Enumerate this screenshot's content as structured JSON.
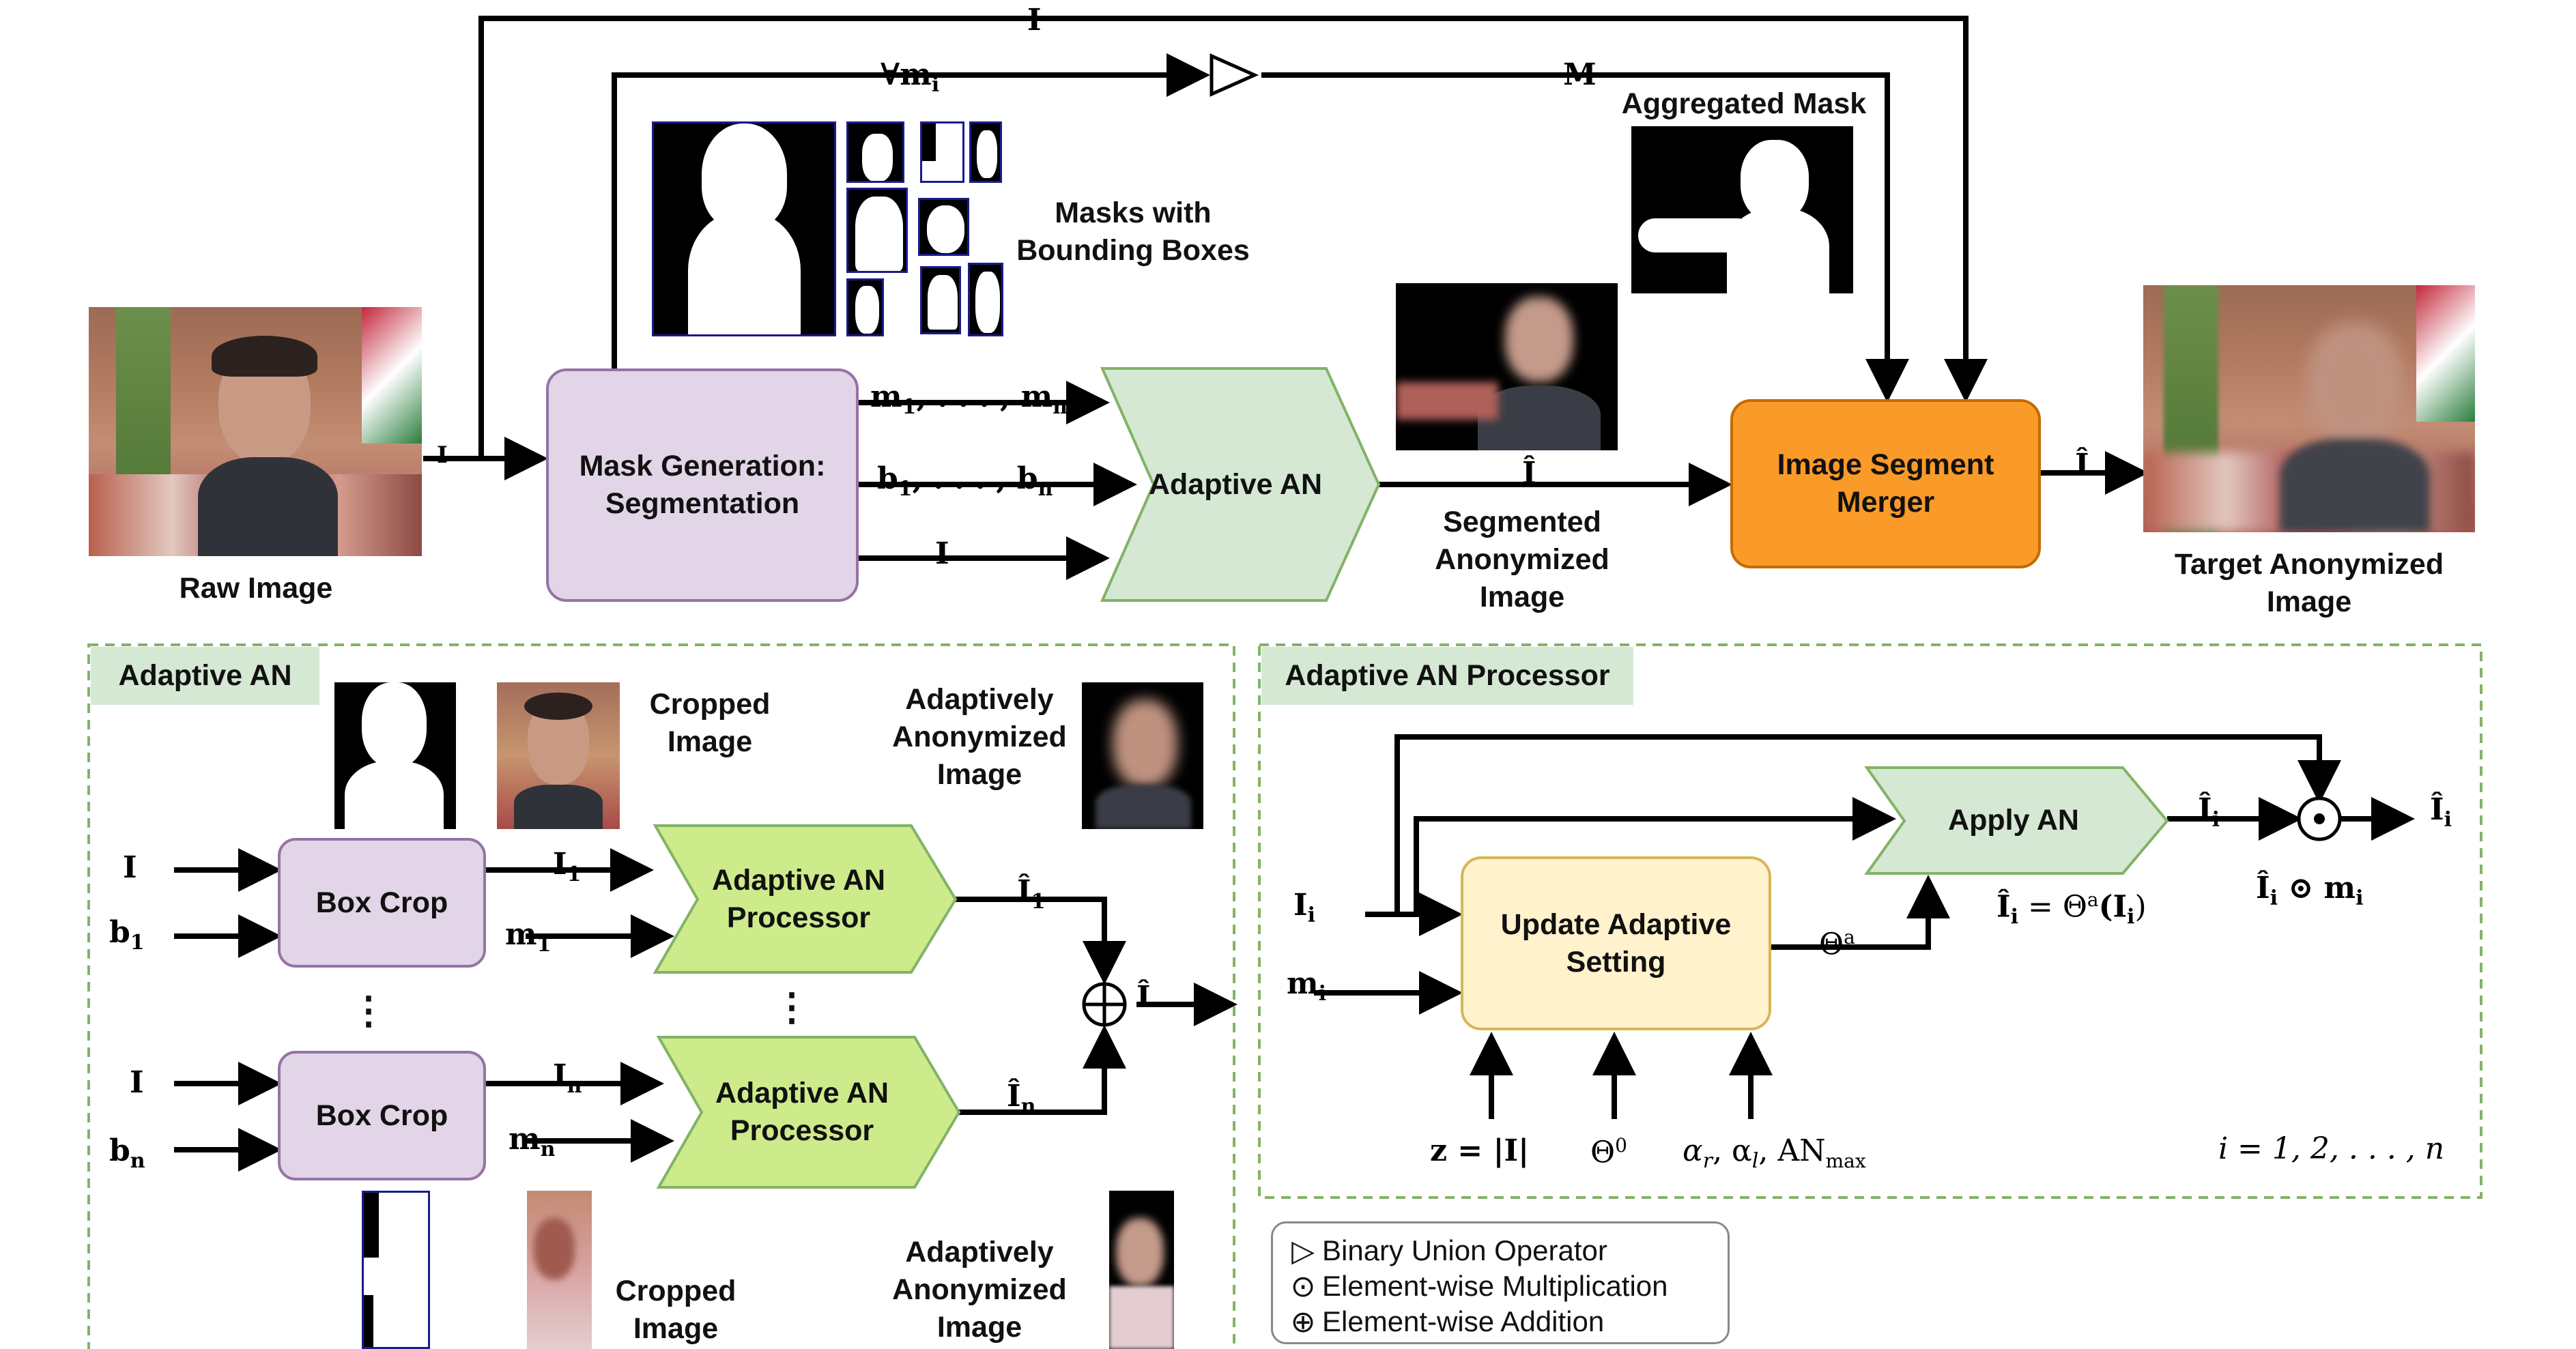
{
  "colors": {
    "mask_node": "#e1d5e7",
    "adaptive_an": "#d5e8d4",
    "processor": "#cdeb8b",
    "merger": "#fa9a28",
    "update": "#fff2cc",
    "section_border": "#82b366"
  },
  "top": {
    "raw_image": "Raw Image",
    "mask_generation": "Mask Generation:\nSegmentation",
    "adaptive_an": "Adaptive AN",
    "image_segment_merger": "Image Segment\nMerger",
    "masks_with_boxes": "Masks with\nBounding Boxes",
    "aggregated_mask": "Aggregated Mask",
    "segmented_anonymized": "Segmented\nAnonymized\nImage",
    "target_anonymized": "Target Anonymized\nImage",
    "sym_I_top": "I",
    "sym_forall": "∀m",
    "sym_forall_sub": "i",
    "sym_M": "M",
    "sym_I_input": "I",
    "sym_m_list": "m",
    "sym_m_list_sub1": "1",
    "sym_m_list_mid": ", . . . , m",
    "sym_m_list_subn": "n",
    "sym_b_list": "b",
    "sym_b_list_sub1": "1",
    "sym_b_list_mid": ", . . . , b",
    "sym_b_list_subn": "n",
    "sym_I_to_an": "I",
    "sym_Ihat_mid": "Î",
    "sym_Ihat_out": "Î"
  },
  "adaptive_section": {
    "title": "Adaptive AN",
    "box_crop": "Box Crop",
    "processor": "Adaptive AN\nProcessor",
    "cropped_image": "Cropped\nImage",
    "adaptively_anonymized": "Adaptively\nAnonymized\nImage",
    "vdots": "⋮",
    "in_I": "I",
    "in_b": "b",
    "sub_1": "1",
    "sub_n": "n",
    "out_I": "I",
    "out_m": "m",
    "out_hat": "Î",
    "sum_out": "Î"
  },
  "processor_section": {
    "title": "Adaptive AN Processor",
    "update": "Update Adaptive\nSetting",
    "apply": "Apply AN",
    "in_I": "I",
    "in_m": "m",
    "sub_i": "i",
    "theta_a": "Θ",
    "theta_sup": "a",
    "apply_out": "Î",
    "final_out": "Î",
    "eq_apply": "Î",
    "eq_apply_rest": " = Θ",
    "eq_apply_rest2": "(I",
    "eq_apply_close": ")",
    "eq_mult": "Î",
    "eq_mult_op": " ⊙ m",
    "z_eq": "z = |I|",
    "theta0": "Θ",
    "theta0_sup": "0",
    "alpha": "α",
    "alpha_r": "r",
    "alpha_sep": ", α",
    "alpha_l": "l",
    "an_max": ", AN",
    "an_max_sub": "max",
    "index_range": "i = 1, 2, . . . , n"
  },
  "legend": [
    {
      "icon": "triangle-icon",
      "symbol": "▷",
      "text": "Binary Union Operator"
    },
    {
      "icon": "odot-icon",
      "symbol": "⊙",
      "text": "Element-wise Multiplication"
    },
    {
      "icon": "oplus-icon",
      "symbol": "⊕",
      "text": "Element-wise Addition"
    }
  ]
}
